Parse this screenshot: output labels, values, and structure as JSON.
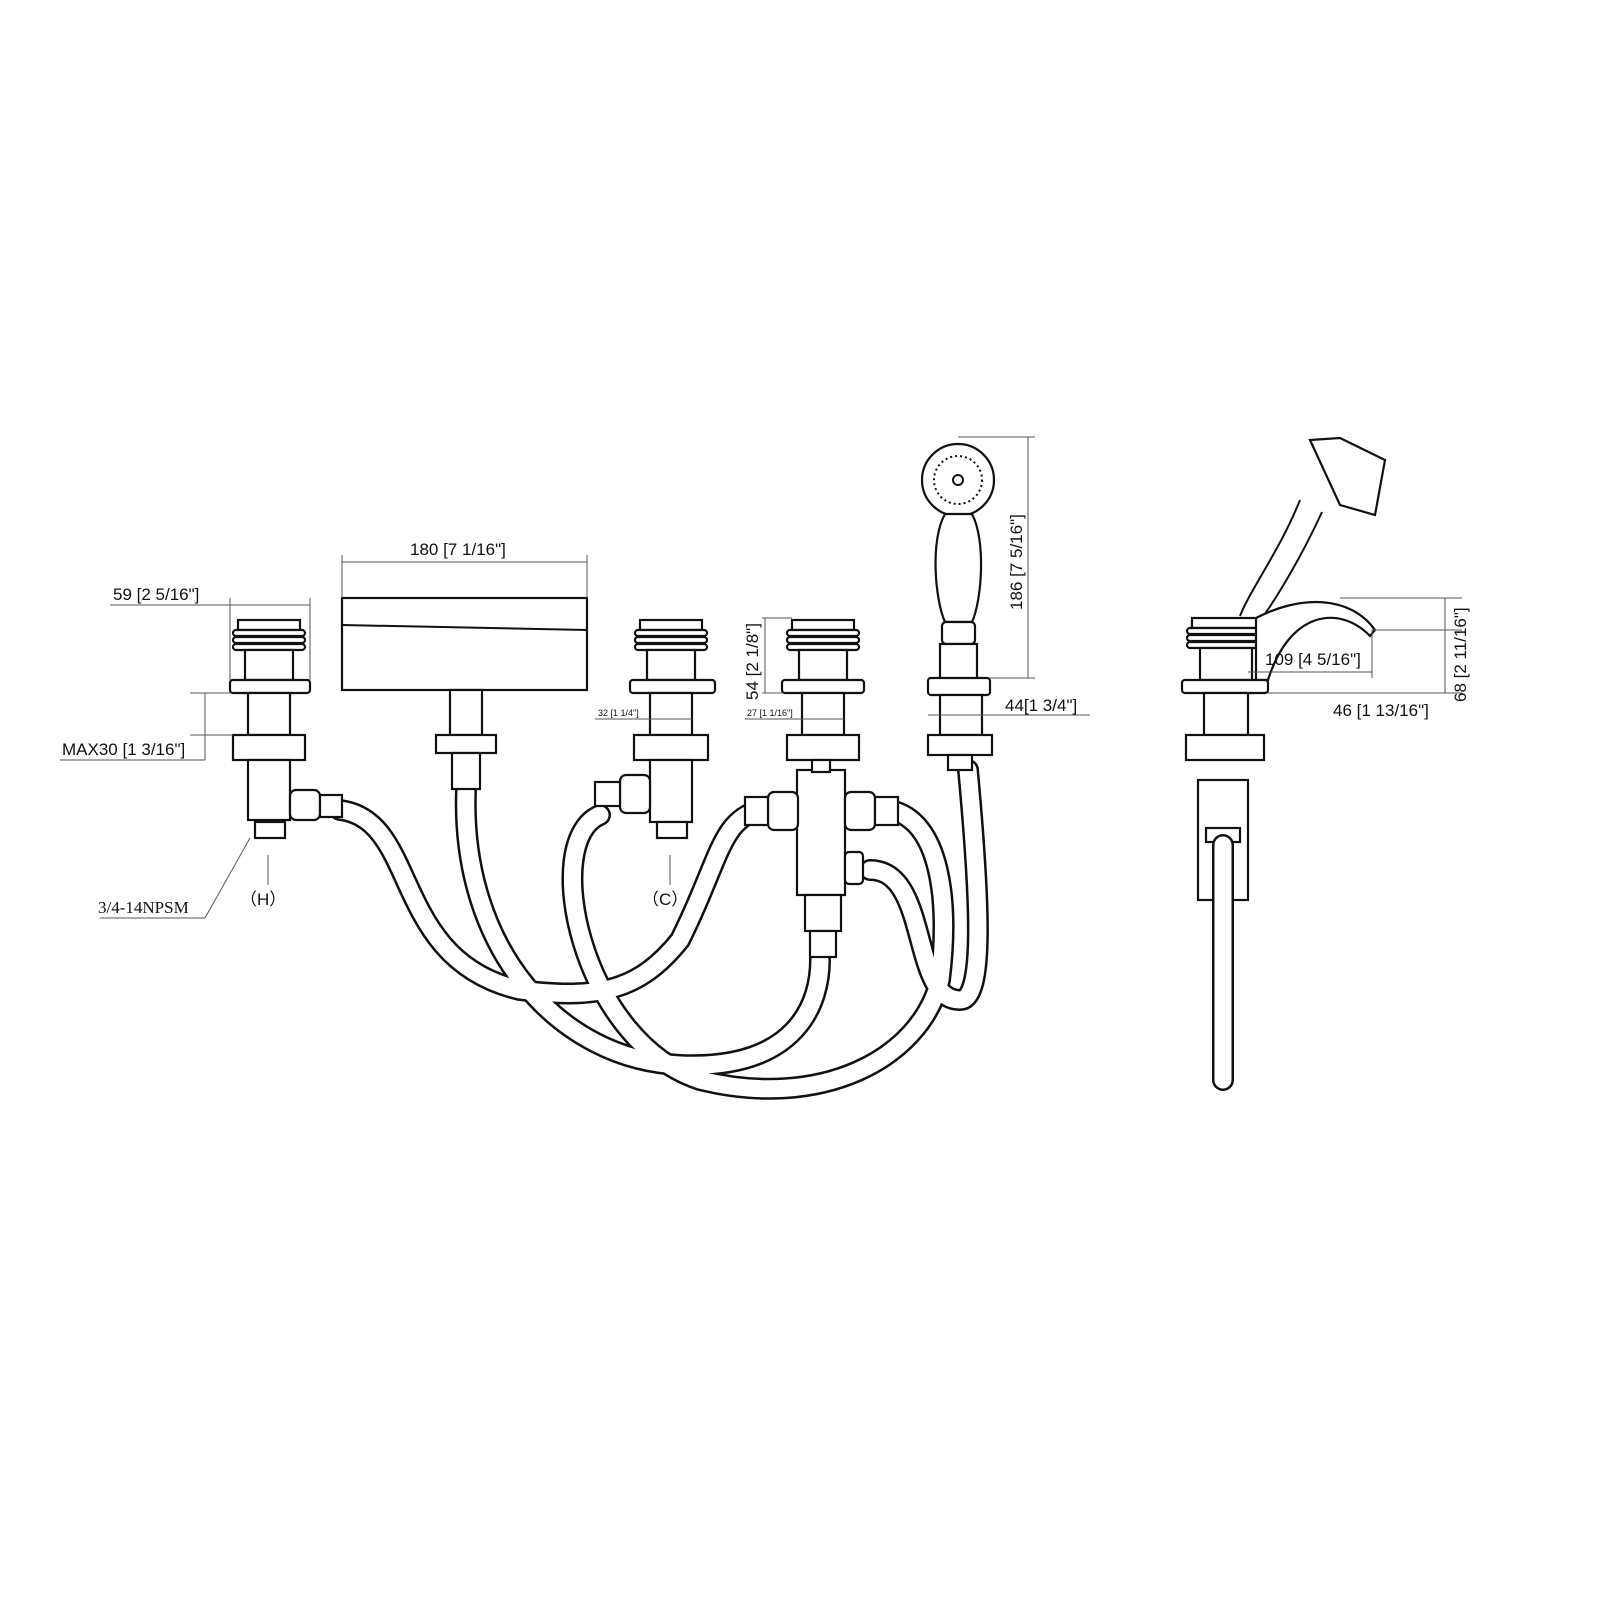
{
  "drawing": {
    "labels": {
      "valve_width": "59 [2 5/16\"]",
      "spout_width": "180 [7 1/16\"]",
      "max_deck": "MAX30 [1 3/16\"]",
      "thread": "3/4-14NPSM",
      "hot": "（H）",
      "cold": "（C）",
      "shank_dia": "32 [1 1/4\"]",
      "stem_dia": "27 [1 1/16\"]",
      "handle_height": "54 [2 1/8\"]",
      "handshower_height": "186 [7 5/16\"]",
      "handshower_base": "44[1 3/4\"]",
      "spout_reach": "109 [4 5/16\"]",
      "side_base": "46 [1 13/16\"]",
      "spout_height": "68 [2 11/16\"]"
    }
  }
}
